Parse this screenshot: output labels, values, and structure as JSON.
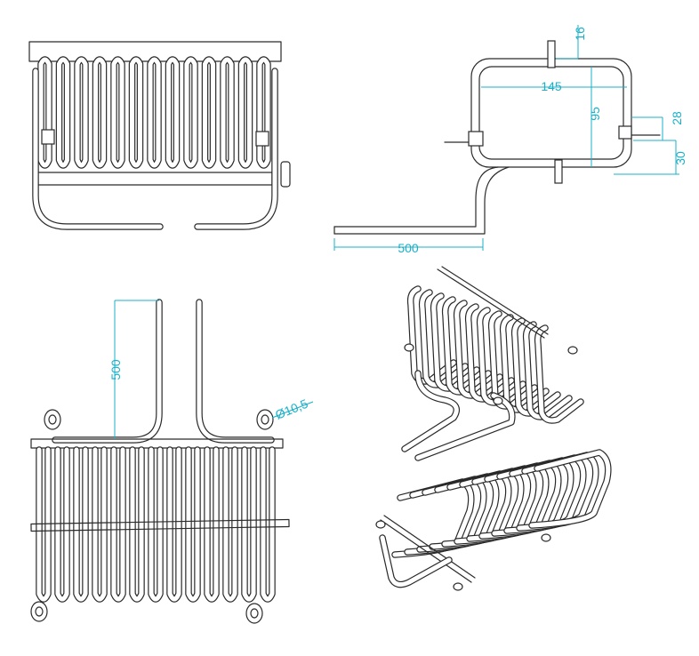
{
  "dimensions": {
    "top_right_height": "16",
    "top_right_width": "145",
    "top_right_depth": "95",
    "top_right_side_small": "28",
    "top_right_side_offset": "30",
    "top_right_length": "500",
    "bottom_left_length": "500",
    "bottom_left_diameter": "Ø10,5"
  },
  "colors": {
    "line": "#2a2a2a",
    "dimension": "#1ab0c8",
    "background": "#ffffff"
  }
}
